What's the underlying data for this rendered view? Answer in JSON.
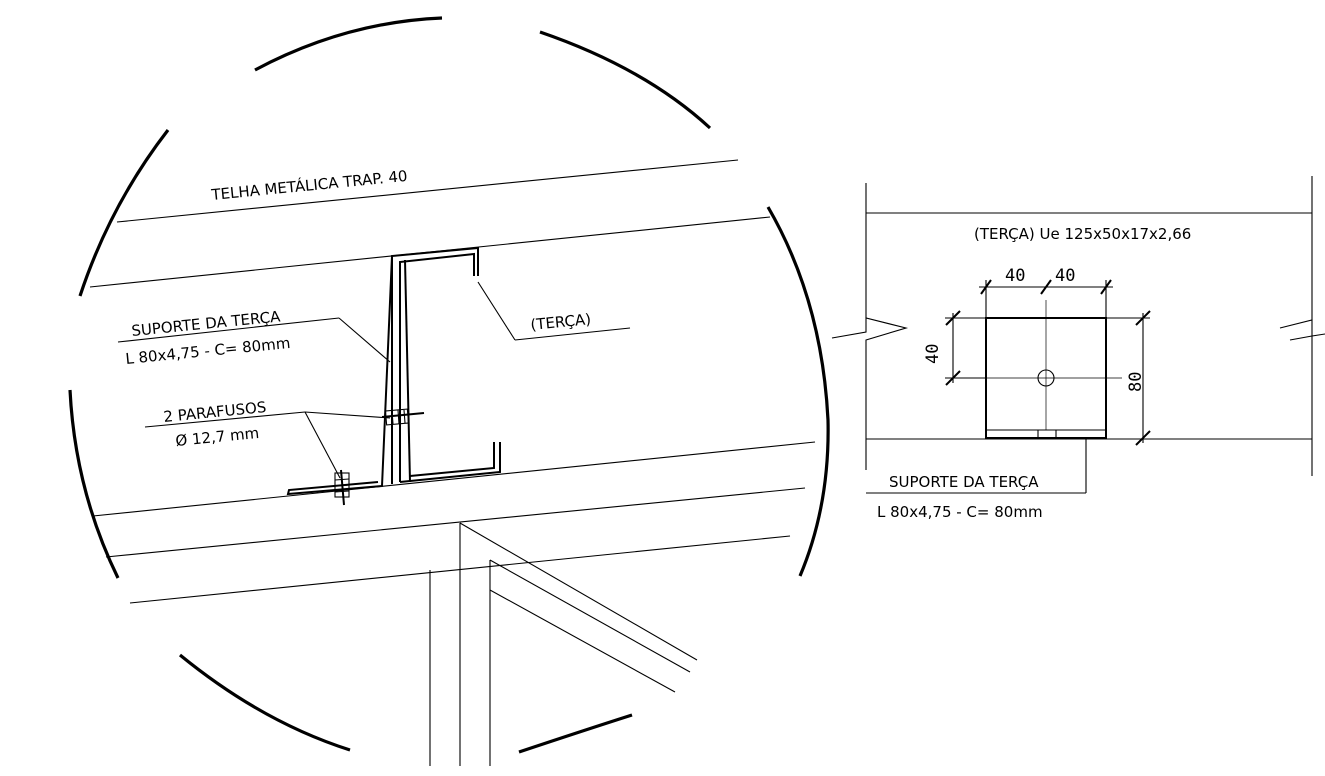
{
  "detail_circle": {
    "roof_tile_label": "TELHA METÁLICA TRAP. 40",
    "purlin_label": "(TERÇA)",
    "support_title": "SUPORTE DA TERÇA",
    "support_spec": "L 80x4,75 - C= 80mm",
    "bolts_title": "2 PARAFUSOS",
    "bolts_spec": "Ø 12,7 mm"
  },
  "side_view": {
    "purlin_spec": "(TERÇA) Ue 125x50x17x2,66",
    "dim_top_left": "40",
    "dim_top_right": "40",
    "dim_left": "40",
    "dim_right": "80",
    "support_title": "SUPORTE DA TERÇA",
    "support_spec": "L 80x4,75 - C= 80mm"
  }
}
